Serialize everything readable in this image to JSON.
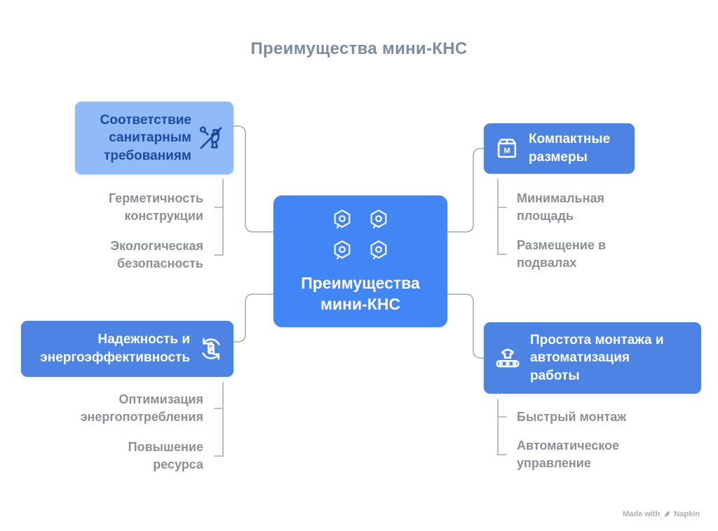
{
  "title": "Преимущества мини-КНС",
  "center": {
    "label": "Преимущества мини-КНС"
  },
  "branches": [
    {
      "title": "Соответствие санитарным требованиям",
      "icon": "toilet-sanitary-icon",
      "items": [
        "Герметичность конструкции",
        "Экологическая безопасность"
      ]
    },
    {
      "title": "Компактные размеры",
      "icon": "package-box-icon",
      "items": [
        "Минимальная площадь",
        "Размещение в подвалах"
      ]
    },
    {
      "title": "Надежность и энергоэффективность",
      "icon": "battery-recycle-icon",
      "items": [
        "Оптимизация энергопотребления",
        "Повышение ресурса"
      ]
    },
    {
      "title": "Простота монтажа и автоматизация работы",
      "icon": "conveyor-automation-icon",
      "items": [
        "Быстрый монтаж",
        "Автоматическое управление"
      ]
    }
  ],
  "watermark": {
    "prefix": "Made with",
    "brand": "Napkin"
  },
  "colors": {
    "center_node": "#4285f4",
    "branch_node": "#4d83e3",
    "branch_node_light": "#90bbf8",
    "branch_text_dark": "#1a4b9c",
    "title_text": "#7d8c9f",
    "sub_item_text": "#8b9096",
    "connector": "#a6acb4",
    "watermark_text": "#a9aeb7"
  }
}
